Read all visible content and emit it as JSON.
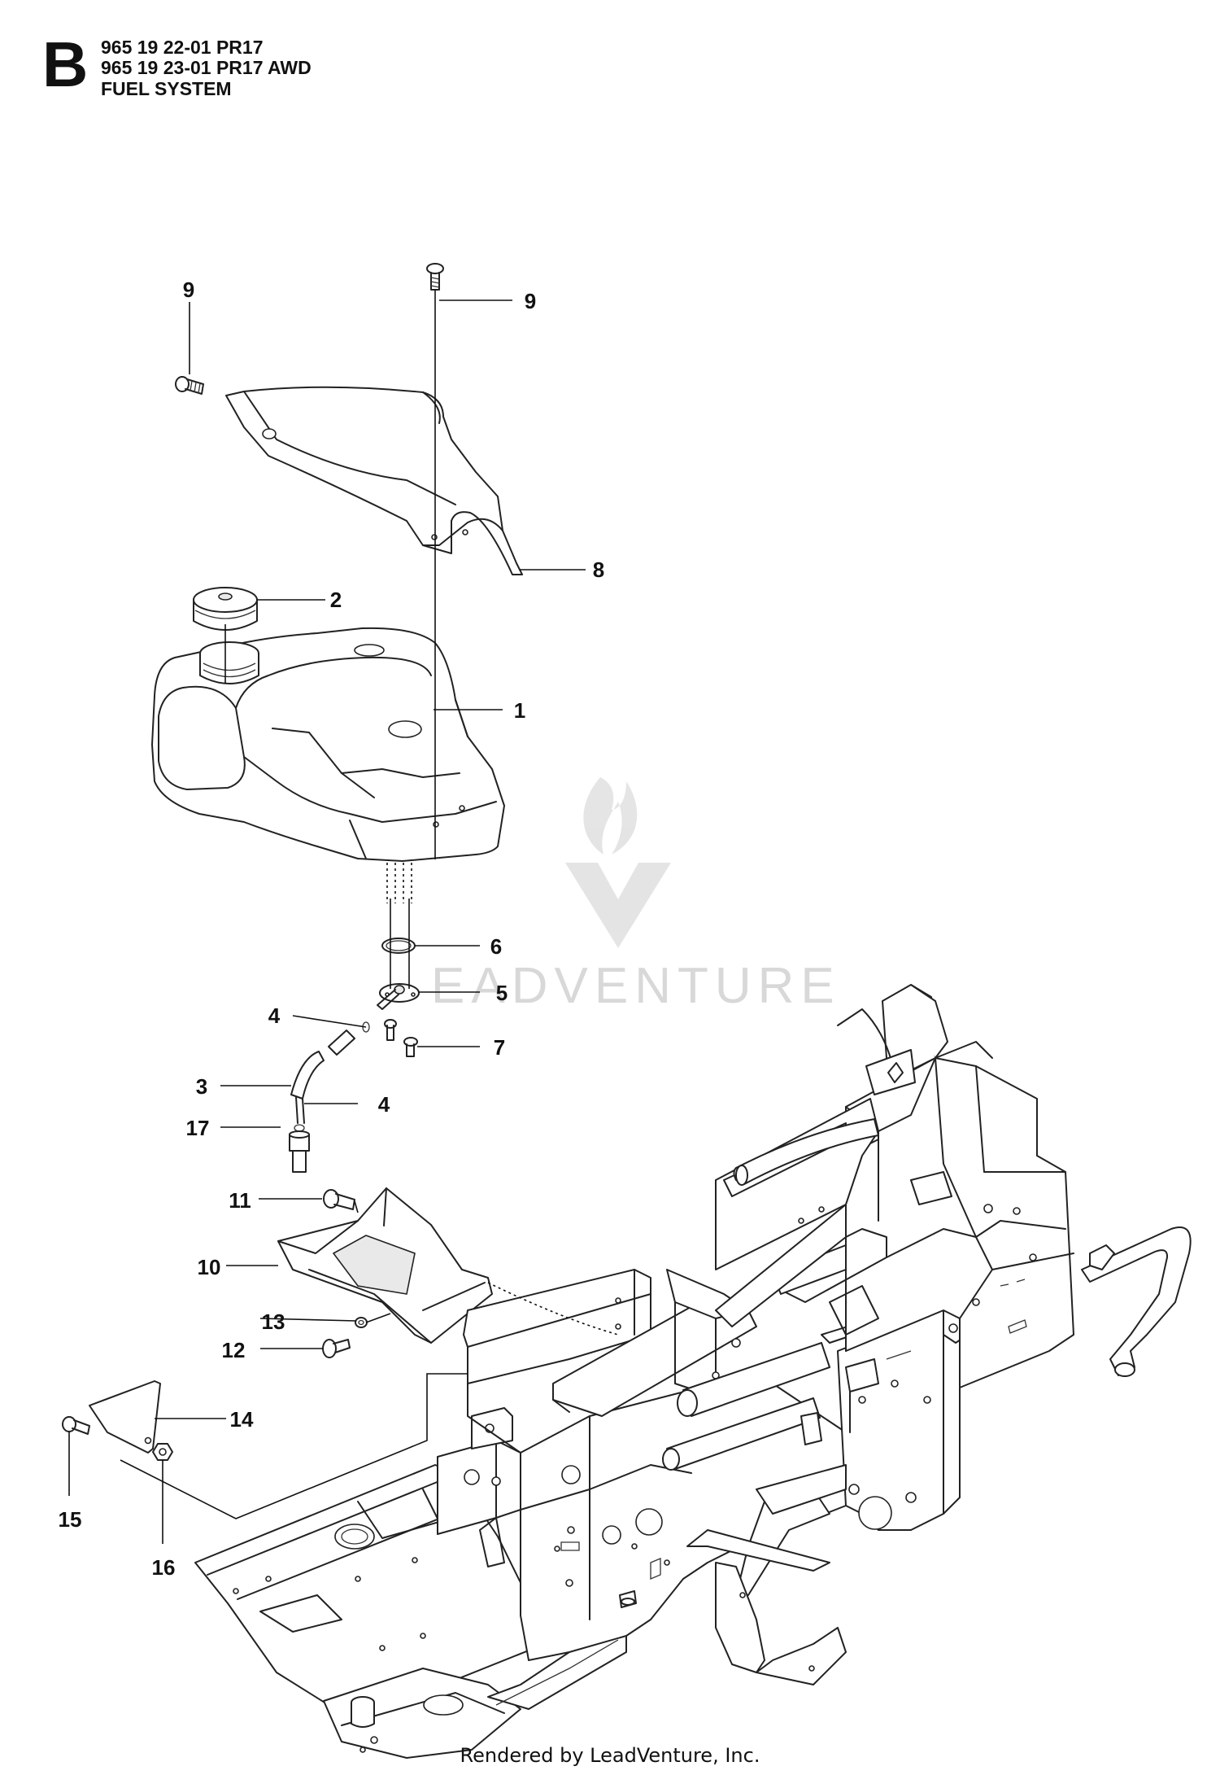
{
  "header": {
    "section_letter": "B",
    "lines": [
      "965 19 22-01 PR17",
      "965 19 23-01 PR17 AWD",
      "FUEL SYSTEM"
    ]
  },
  "callouts": [
    "9",
    "9",
    "8",
    "2",
    "1",
    "6",
    "5",
    "4",
    "7",
    "3",
    "4",
    "17",
    "11",
    "10",
    "13",
    "12",
    "14",
    "15",
    "16"
  ],
  "watermark": {
    "text": "EADVENTURE"
  },
  "footer": {
    "text": "Rendered by LeadVenture, Inc."
  },
  "colors": {
    "line": "#222222",
    "watermark": "#d8d8d8",
    "background": "#ffffff"
  }
}
